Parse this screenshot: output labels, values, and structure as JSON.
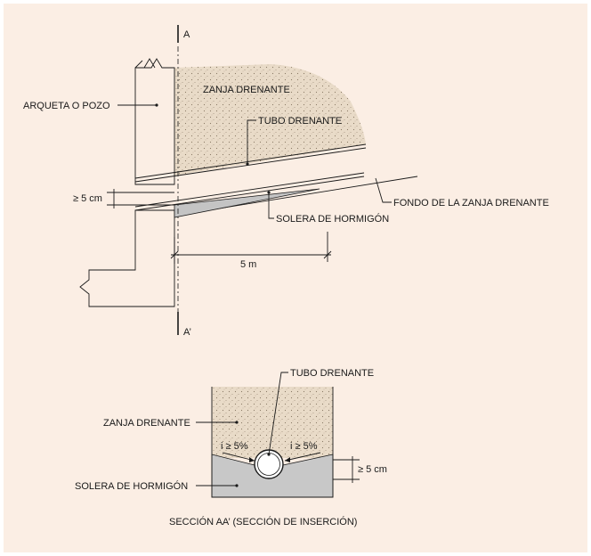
{
  "colors": {
    "background": "#fbeee4",
    "soil": "#e8d9c6",
    "concrete": "#c8c8c8",
    "wall": "#f2ece3",
    "line": "#1a1a1a"
  },
  "top_view": {
    "section_mark_top": "A",
    "section_mark_bottom": "A’",
    "label_arqueta": "ARQUETA O POZO",
    "label_zanja": "ZANJA DRENANTE",
    "label_tubo": "TUBO DRENANTE",
    "label_fondo": "FONDO DE LA ZANJA DRENANTE",
    "label_solera": "SOLERA DE HORMIGÓN",
    "dim_height": "≥ 5 cm",
    "dim_length": "5 m"
  },
  "section_view": {
    "label_tubo": "TUBO DRENANTE",
    "label_zanja": "ZANJA DRENANTE",
    "label_solera": "SOLERA DE HORMIGÓN",
    "slope_left": "i ≥ 5%",
    "slope_right": "i ≥ 5%",
    "dim_height": "≥ 5 cm",
    "caption": "SECCIÓN AA’ (SECCIÓN DE INSERCIÓN)"
  }
}
